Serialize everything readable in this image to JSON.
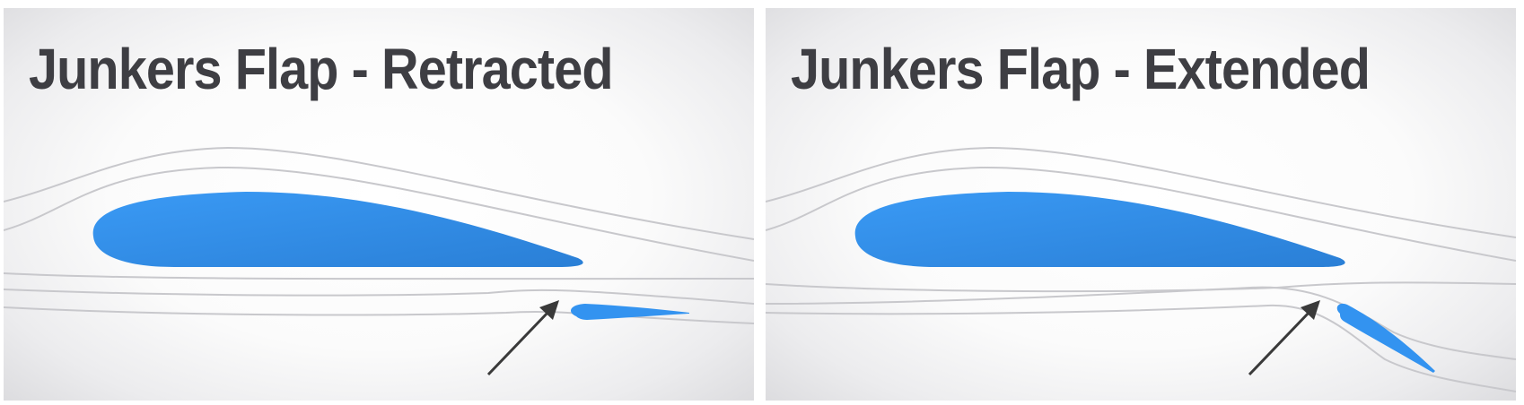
{
  "panels": [
    {
      "title": "Junkers Flap - Retracted",
      "flap_state": "retracted"
    },
    {
      "title": "Junkers Flap - Extended",
      "flap_state": "extended"
    }
  ],
  "colors": {
    "airfoil": "#3393f0",
    "airfoil_shadow": "#2a7fd6",
    "streamline": "#c8c8cc",
    "arrow": "#3a3a3a",
    "title": "#3e3e43"
  },
  "icons": [
    "main-airfoil",
    "flap-airfoil",
    "airflow-arrow"
  ]
}
